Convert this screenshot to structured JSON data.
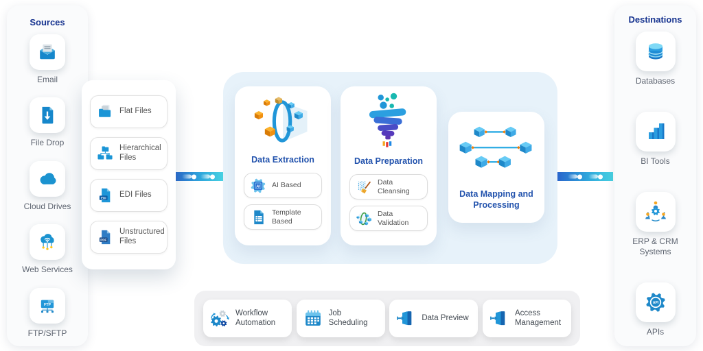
{
  "colors": {
    "accent_blue": "#1e88c9",
    "navy_heading": "#16338f",
    "stage_title_blue": "#2353ad",
    "pipeline_bg": "#e7f2fa",
    "side_panel_bg": "#fafbfc",
    "features_bg": "#f0f0f2",
    "label_gray": "#5d6470",
    "connector_start": "#2a66cc",
    "connector_end": "#49d2e2"
  },
  "sources": {
    "title": "Sources",
    "items": [
      {
        "label": "Email",
        "icon": "email-icon"
      },
      {
        "label": "File Drop",
        "icon": "file-drop-icon"
      },
      {
        "label": "Cloud Drives",
        "icon": "cloud-icon"
      },
      {
        "label": "Web Services",
        "icon": "web-services-icon"
      },
      {
        "label": "FTP/SFTP",
        "icon": "ftp-icon"
      }
    ]
  },
  "file_types": {
    "items": [
      {
        "label": "Flat Files",
        "icon": "flat-files-icon"
      },
      {
        "label": "Hierarchical Files",
        "icon": "hierarchical-files-icon"
      },
      {
        "label": "EDI Files",
        "icon": "edi-files-icon"
      },
      {
        "label": "Unstructured Files",
        "icon": "unstructured-files-icon"
      }
    ]
  },
  "pipeline": {
    "stages": [
      {
        "title": "Data Extraction",
        "icon": "data-extraction-icon",
        "options": [
          {
            "label": "AI Based",
            "icon": "ai-chip-icon"
          },
          {
            "label": "Template Based",
            "icon": "template-icon"
          }
        ]
      },
      {
        "title": "Data Preparation",
        "icon": "data-preparation-icon",
        "options": [
          {
            "label": "Data Cleansing",
            "icon": "data-cleansing-icon"
          },
          {
            "label": "Data Validation",
            "icon": "data-validation-icon"
          }
        ]
      },
      {
        "title": "Data Mapping and Processing",
        "icon": "data-mapping-icon",
        "options": []
      }
    ]
  },
  "destinations": {
    "title": "Destinations",
    "items": [
      {
        "label": "Databases",
        "icon": "database-icon"
      },
      {
        "label": "BI Tools",
        "icon": "bi-tools-icon"
      },
      {
        "label": "ERP & CRM Systems",
        "icon": "erp-crm-icon"
      },
      {
        "label": "APIs",
        "icon": "api-icon"
      }
    ]
  },
  "features": {
    "items": [
      {
        "label": "Workflow Automation",
        "icon": "workflow-automation-icon"
      },
      {
        "label": "Job Scheduling",
        "icon": "job-scheduling-icon"
      },
      {
        "label": "Data Preview",
        "icon": "data-preview-icon"
      },
      {
        "label": "Access Management",
        "icon": "access-management-icon"
      }
    ]
  },
  "icon_labels": {
    "ftp": "FTP",
    "edi": "EDI",
    "pdf": "PDF",
    "ai": "AI",
    "api": "API"
  }
}
